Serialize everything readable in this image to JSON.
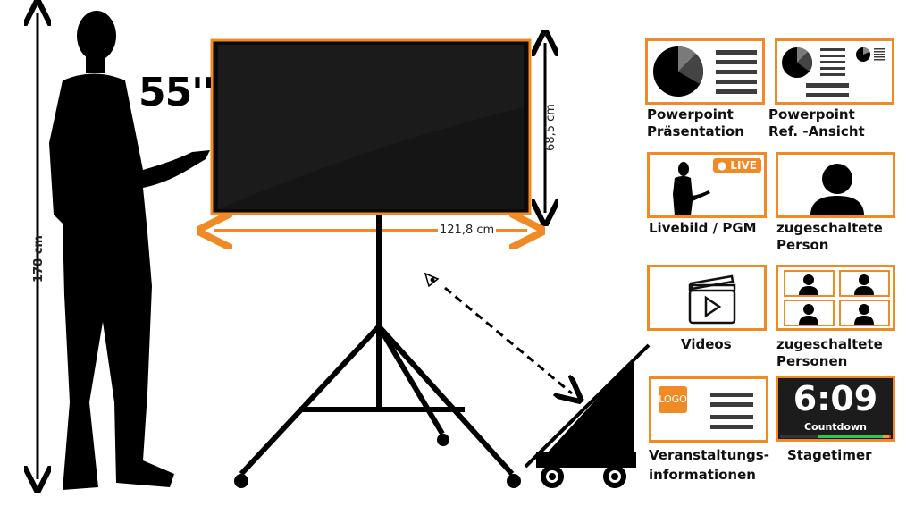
{
  "screen_size_label": "55''",
  "dimensions": {
    "person_height": "178 cm",
    "screen_height": "68,5 cm",
    "screen_width": "121,8 cm"
  },
  "tiles": [
    {
      "label_1": "Powerpoint",
      "label_2": "Präsentation"
    },
    {
      "label_1": "Powerpoint",
      "label_2": "Ref. -Ansicht"
    },
    {
      "label_1": "Livebild / PGM",
      "badge": "LIVE"
    },
    {
      "label_1": "zugeschaltete",
      "label_2": "Person"
    },
    {
      "label_1": "Videos"
    },
    {
      "label_1": "zugeschaltete",
      "label_2": "Personen"
    },
    {
      "label_1": "Veranstaltungs-",
      "label_2": "informationen",
      "logo": "LOGO"
    },
    {
      "label_1": "Stagetimer",
      "time": "6:09",
      "timer_mode": "Countdown"
    }
  ],
  "colors": {
    "accent": "#f08a24",
    "screen": "#0a0a0a",
    "timer_green": "#2ec45a"
  }
}
